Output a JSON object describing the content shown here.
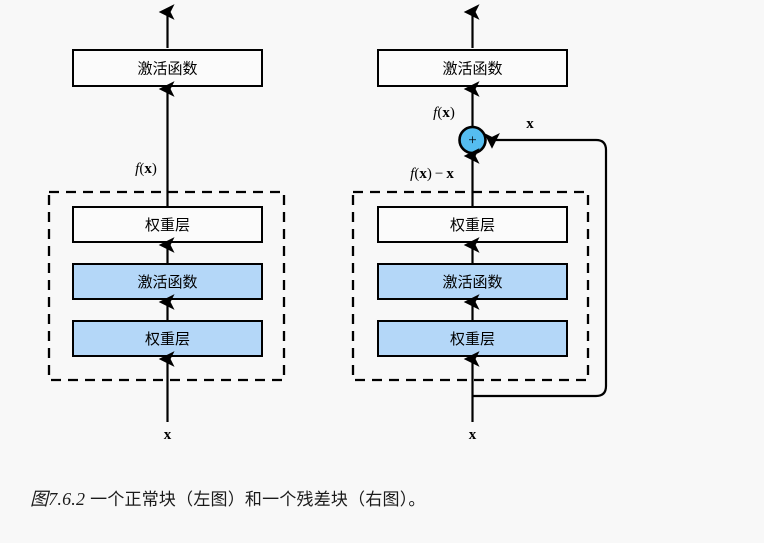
{
  "background_color": "#f8f8f8",
  "colors": {
    "box_fill_plain": "#fbfbfb",
    "box_fill_highlight": "#b4d7f8",
    "node_fill": "#55bdf0",
    "stroke": "#000000",
    "text": "#000000"
  },
  "diagram": {
    "title_alt": "residual-block-comparison",
    "left_block": {
      "name": "normal-block",
      "output_activation_label": "激活函数",
      "inner_boxes": [
        {
          "label": "权重层",
          "highlight": false
        },
        {
          "label": "激活函数",
          "highlight": true
        },
        {
          "label": "权重层",
          "highlight": true
        }
      ],
      "edge_label_top": "f(x)",
      "input_label": "x"
    },
    "right_block": {
      "name": "residual-block",
      "output_activation_label": "激活函数",
      "inner_boxes": [
        {
          "label": "权重层",
          "highlight": false
        },
        {
          "label": "激活函数",
          "highlight": true
        },
        {
          "label": "权重层",
          "highlight": true
        }
      ],
      "edge_label_above_node": "f(x)",
      "edge_label_below_node": "f(x) − x",
      "skip_label": "x",
      "node_symbol": "+",
      "input_label": "x"
    }
  },
  "caption": {
    "figure_number": "图7.6.2",
    "text": " 一个正常块（左图）和一个残差块（右图）。"
  }
}
